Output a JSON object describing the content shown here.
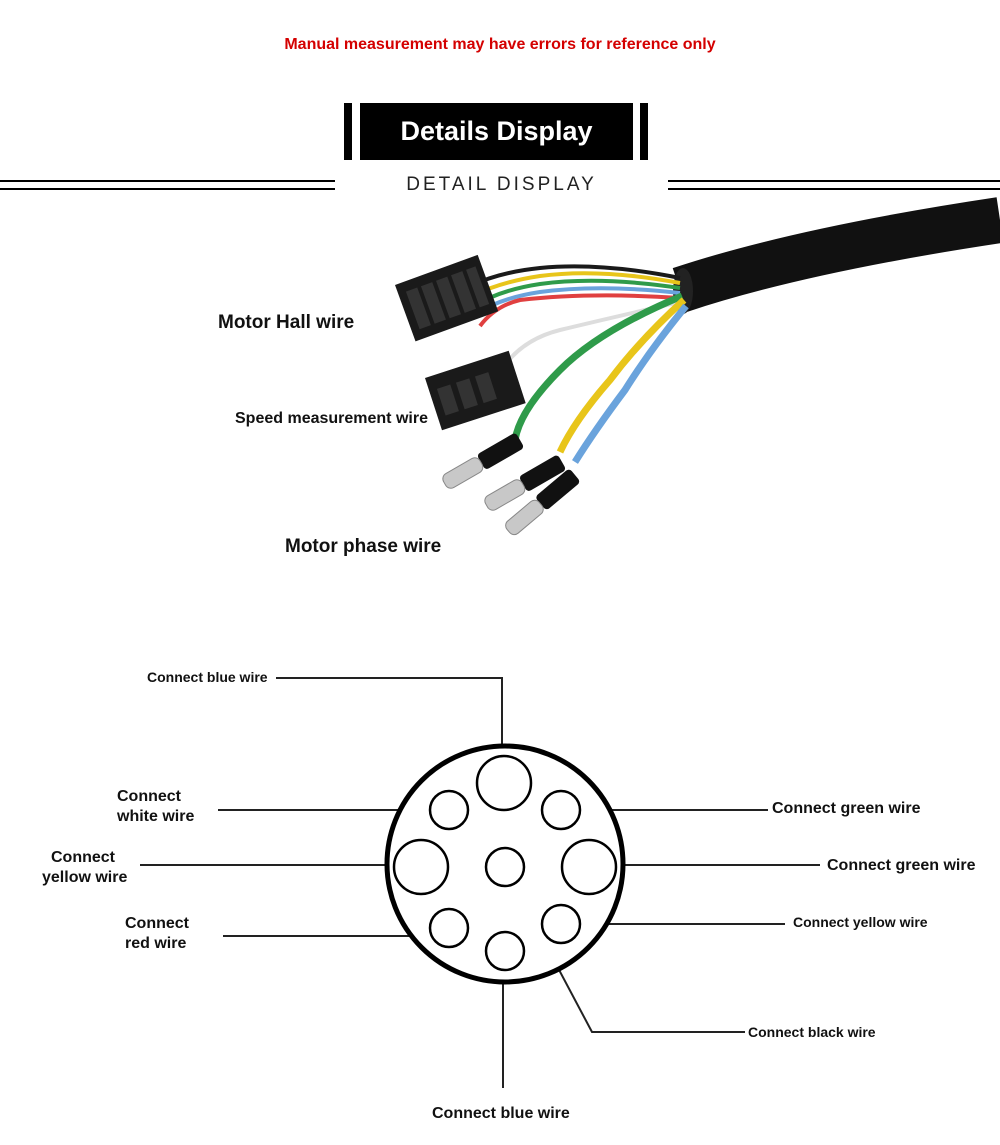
{
  "notice": "Manual measurement may have errors for reference only",
  "header": {
    "title": "Details Display",
    "subtitle": "DETAIL  DISPLAY"
  },
  "photo_labels": {
    "hall": "Motor Hall wire",
    "speed": "Speed measurement wire",
    "phase": "Motor phase wire"
  },
  "pinout": {
    "top_blue": "Connect blue wire",
    "white_l1": "Connect",
    "white_l2": "white wire",
    "yellow_l1": "Connect",
    "yellow_l2": "yellow wire",
    "red_l1": "Connect",
    "red_l2": "red wire",
    "green_1": "Connect green wire",
    "green_2": "Connect green wire",
    "yellow_r": "Connect yellow wire",
    "black": "Connect black wire",
    "bottom_blue": "Connect blue wire"
  },
  "wire_colors": {
    "black": "#1a1a1a",
    "yellow": "#e8c51a",
    "green": "#2f9b4a",
    "blue": "#6aa3dc",
    "red": "#e04040",
    "white": "#e6e6e6"
  },
  "icons": [
    "cable-photo",
    "connector-pinout-diagram"
  ]
}
